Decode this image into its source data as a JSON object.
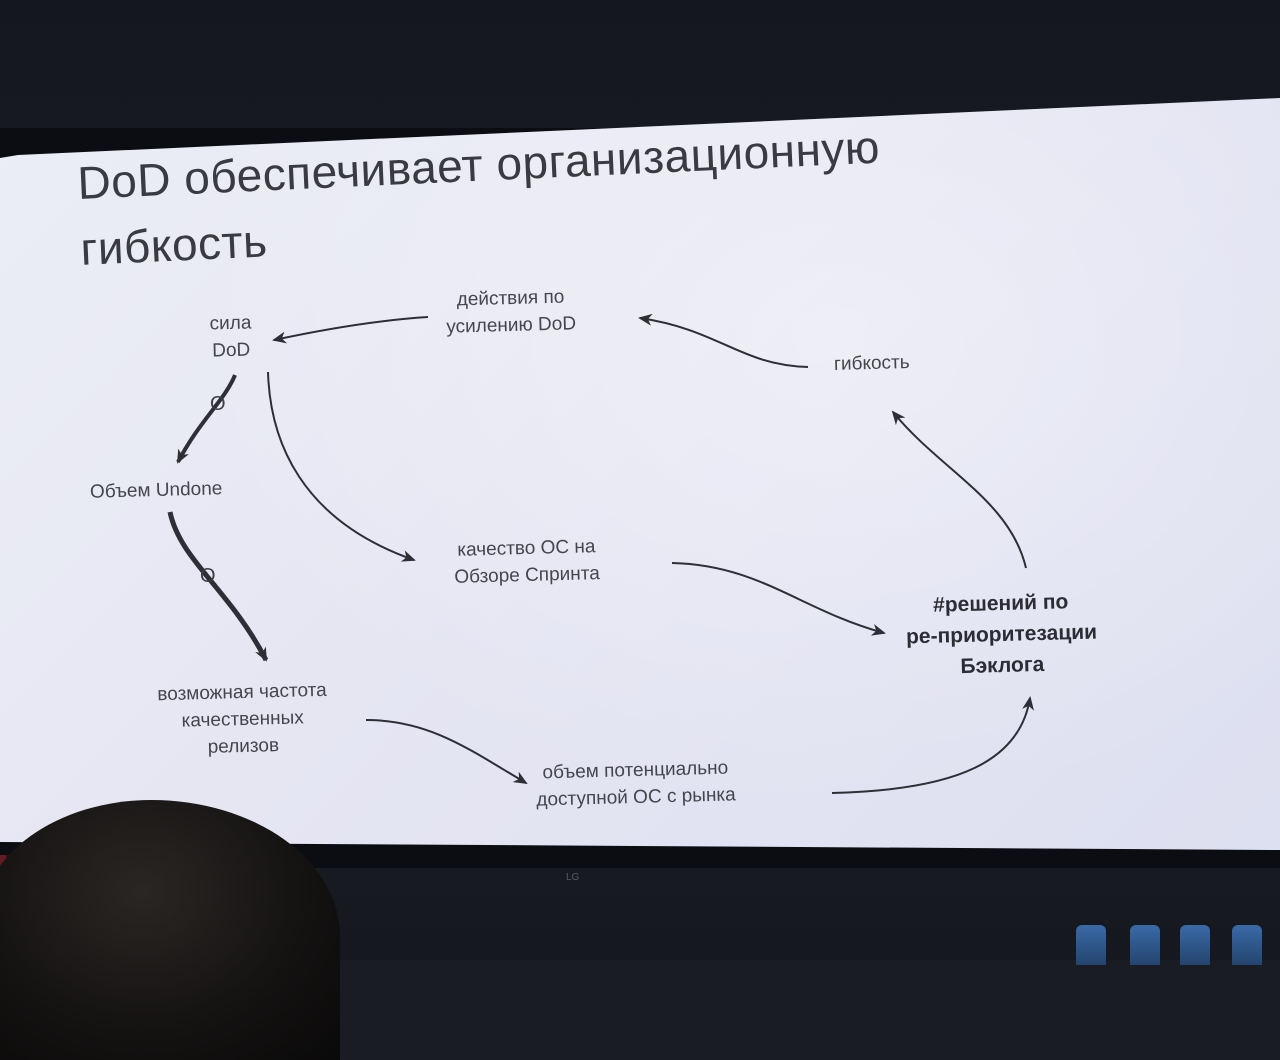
{
  "slide": {
    "title": "DoD обеспечивает организационную гибкость"
  },
  "nodes": {
    "sila_dod": "сила\nDoD",
    "deystviya": "действия по\nусилению  DoD",
    "gibkost": "гибкость",
    "obem_undone": "Объем Undone",
    "kachestvo_os": "качество ОС на\nОбзоре Спринта",
    "resheniy": "#решений по\nре-приоритезации\nБэклога",
    "chastota": "возможная частота\nкачественных\nрелизов",
    "obem_potencialno": "объем потенциально\nдоступной ОС с рынка"
  },
  "markers": {
    "o1": "O",
    "o2": "O"
  },
  "brand": {
    "tv_logo": "LG"
  },
  "colors": {
    "slide_bg": "#e9ebf5",
    "text": "#45454e",
    "arrow": "#2e2e36"
  }
}
